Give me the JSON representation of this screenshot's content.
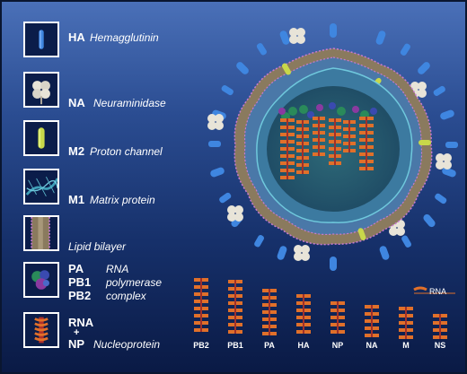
{
  "legend": [
    {
      "abbr": "HA",
      "desc": "Hemagglutinin"
    },
    {
      "abbr": "NA",
      "desc": "Neuraminidase"
    },
    {
      "abbr": "M2",
      "desc": "Proton channel"
    },
    {
      "abbr": "M1",
      "desc": "Matrix protein"
    },
    {
      "abbr": "",
      "desc": "Lipid bilayer"
    }
  ],
  "polymerase": {
    "abbrs": [
      "PA",
      "PB1",
      "PB2"
    ],
    "desc": [
      "RNA",
      "polymerase",
      "complex"
    ]
  },
  "nucleoprotein": {
    "abbr_top": "RNA",
    "plus": "+",
    "abbr_bottom": "NP",
    "desc": "Nucleoprotein"
  },
  "segments": [
    "PB2",
    "PB1",
    "PA",
    "HA",
    "NP",
    "NA",
    "M",
    "NS"
  ],
  "rna_key_label": "RNA",
  "colors": {
    "background_top": "#4a70b8",
    "background_bottom": "#0a1a45",
    "ha_spike": "#3f86e0",
    "na_spike": "#e8e4d8",
    "m2_channel": "#c8d84a",
    "matrix": "#3fa0b8",
    "lipid": "#8a7a5e",
    "rna_helix": "#e0702a",
    "inner_core": "#2e6a78"
  },
  "icons": [
    "ha-spike-icon",
    "na-tetramer-icon",
    "m2-channel-icon",
    "m1-matrix-icon",
    "lipid-bilayer-icon",
    "polymerase-complex-icon",
    "rnp-helix-icon"
  ]
}
